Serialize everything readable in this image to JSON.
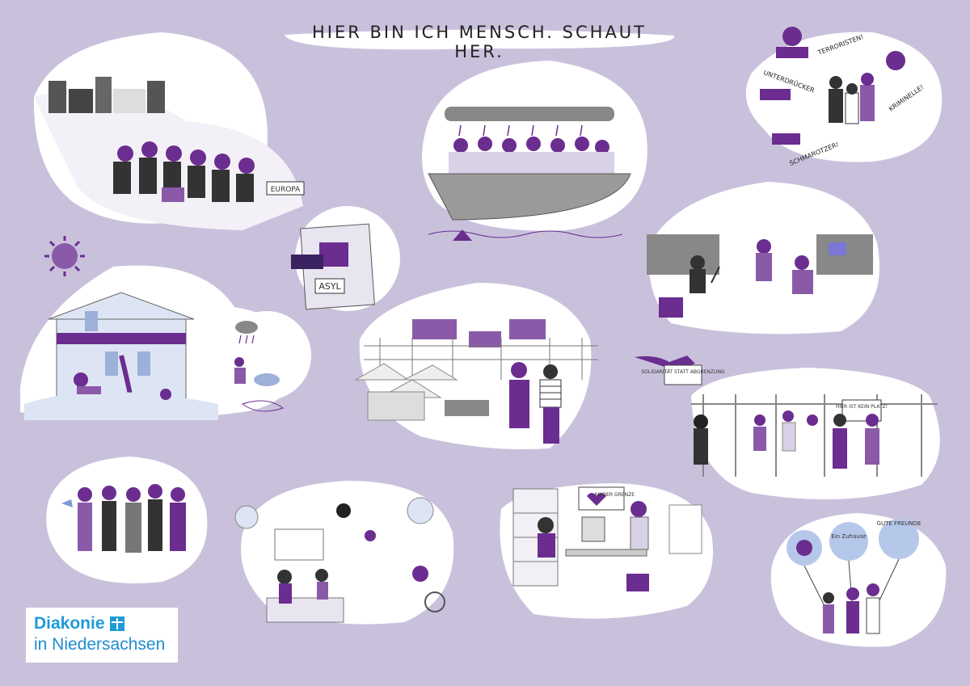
{
  "title": "HIER BIN ICH MENSCH. SCHAUT HER.",
  "labels": {
    "europa": "EUROPA",
    "asyl": "ASYL",
    "terroristen": "TERRORISTEN!",
    "unterdruecker": "UNTERDRÜCKER",
    "kriminelle": "KRIMINELLE!",
    "schmarotzer": "SCHMAROTZER!",
    "solidaritaet": "SOLIDARITÄT STATT ABGRENZUNG",
    "kein_platz": "HIER IST KEIN PLATZ!",
    "herz_grenze": "AN DER GRENZE",
    "zuhause": "Ein Zuhause",
    "gute_freunde": "GUTE FREUNDE"
  },
  "logo": {
    "brand": "Diakonie",
    "region": "in Niedersachsen"
  },
  "colors": {
    "background": "#c9c1dc",
    "accent": "#6b2d8f",
    "bubble": "#ffffff",
    "logo_blue": "#1f9bd6"
  }
}
